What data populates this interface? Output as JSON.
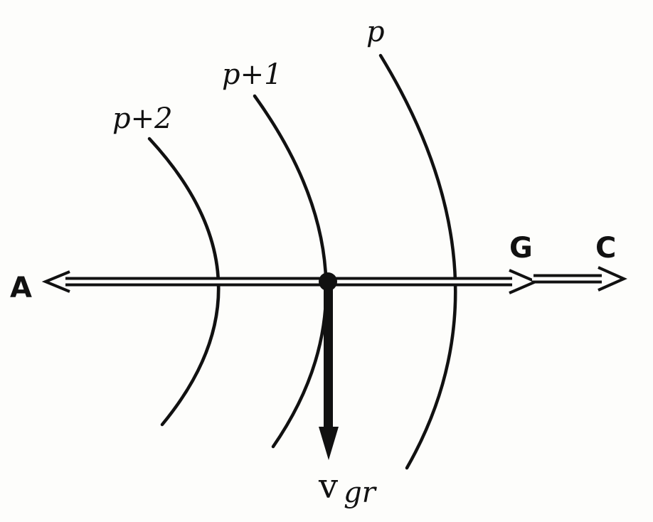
{
  "figure": {
    "wavefront_labels": [
      "p+2",
      "p+1",
      "p"
    ],
    "point_labels": {
      "a": "A",
      "g": "G",
      "c": "C"
    },
    "velocity_label": {
      "symbol": "v",
      "subscript": "gr"
    },
    "ink_color": "#111111",
    "paper_color": "#fdfdfb"
  }
}
